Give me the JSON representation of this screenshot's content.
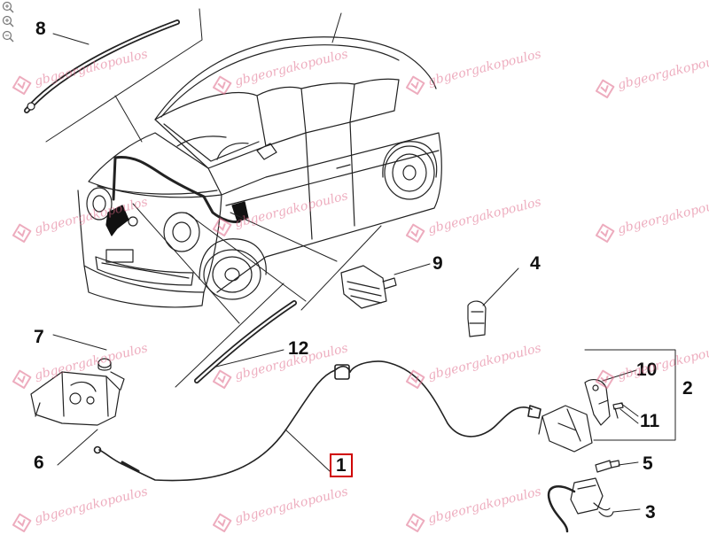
{
  "watermark": {
    "text": "gbgeorgakopoulos",
    "color": "#e06a8a"
  },
  "callouts": [
    {
      "id": "8",
      "label": "8",
      "highlighted": false
    },
    {
      "id": "9",
      "label": "9",
      "highlighted": false
    },
    {
      "id": "4",
      "label": "4",
      "highlighted": false
    },
    {
      "id": "7",
      "label": "7",
      "highlighted": false
    },
    {
      "id": "12",
      "label": "12",
      "highlighted": false
    },
    {
      "id": "10",
      "label": "10",
      "highlighted": false
    },
    {
      "id": "2",
      "label": "2",
      "highlighted": false
    },
    {
      "id": "11",
      "label": "11",
      "highlighted": false
    },
    {
      "id": "6",
      "label": "6",
      "highlighted": false
    },
    {
      "id": "1",
      "label": "1",
      "highlighted": true
    },
    {
      "id": "5",
      "label": "5",
      "highlighted": false
    },
    {
      "id": "3",
      "label": "3",
      "highlighted": false
    }
  ],
  "icons": {
    "zoom_in": "zoom-in-icon",
    "zoom_out": "zoom-out-icon",
    "highlight_color": "#d00000"
  }
}
